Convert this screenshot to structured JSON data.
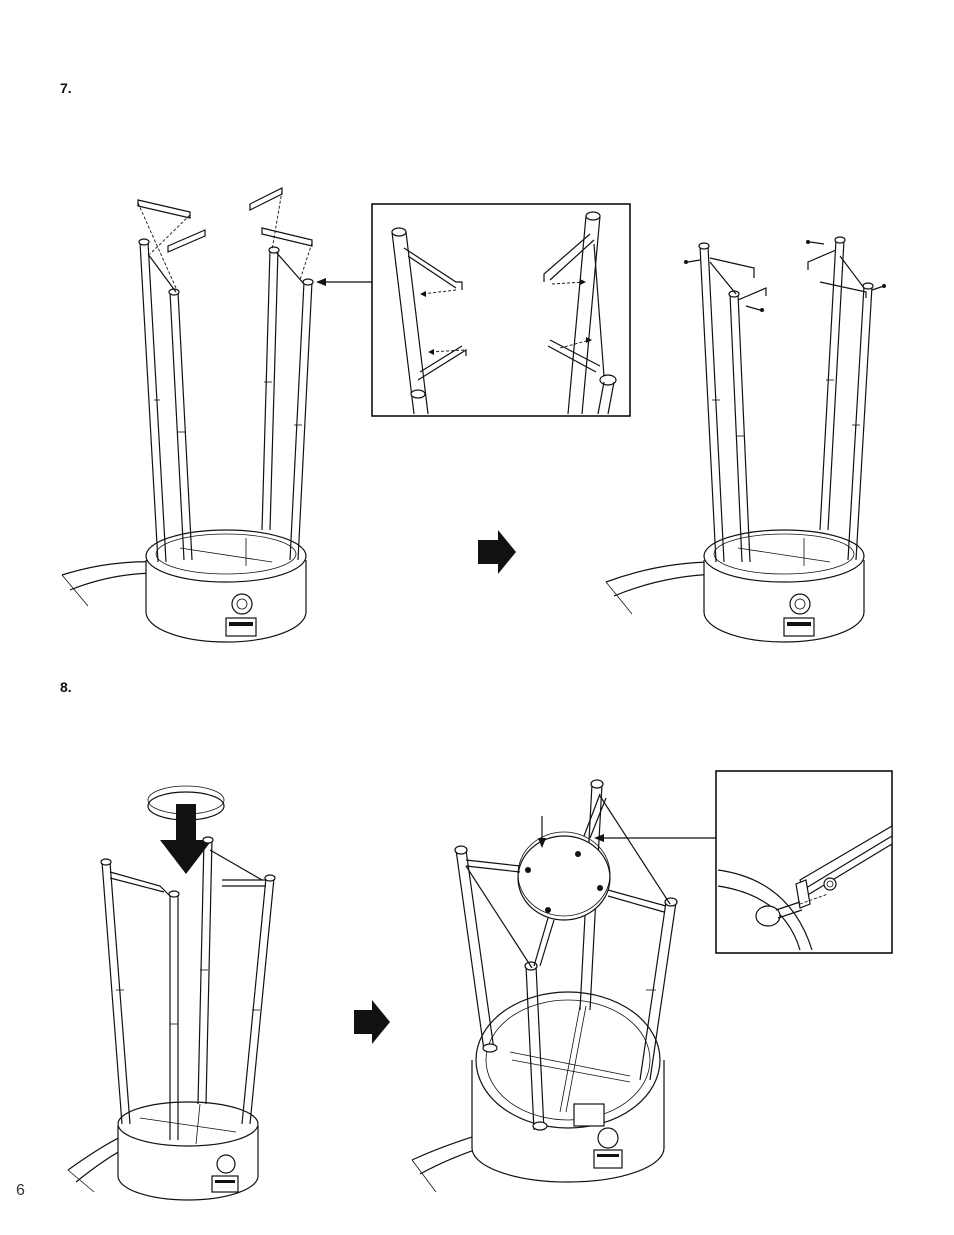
{
  "steps": [
    {
      "number": "7."
    },
    {
      "number": "8."
    }
  ],
  "page_number": "6"
}
